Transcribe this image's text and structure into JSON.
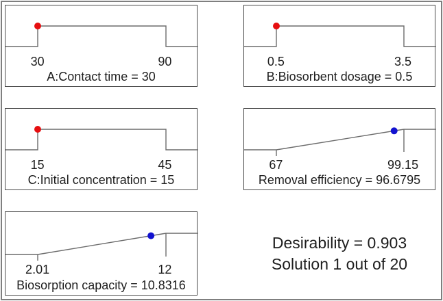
{
  "panels": [
    {
      "low": "30",
      "high": "90",
      "label": "A:Contact time = 30"
    },
    {
      "low": "0.5",
      "high": "3.5",
      "label": "B:Biosorbent dosage = 0.5"
    },
    {
      "low": "15",
      "high": "45",
      "label": "C:Initial concentration = 15"
    },
    {
      "low": "67",
      "high": "99.15",
      "label": "Removal efficiency = 96.6795"
    },
    {
      "low": "2.01",
      "high": "12",
      "label": "Biosorption capacity = 10.8316"
    }
  ],
  "summary": {
    "desirability": "Desirability = 0.903",
    "solution": "Solution 1 out of 20"
  },
  "colors": {
    "background": "#ffffff",
    "frame_border": "#7f7f7f",
    "panel_border": "#474747",
    "line": "#6b6b6b",
    "text": "#1e1e1e",
    "red_dot": "#e60e10",
    "blue_dot": "#1212d0"
  },
  "chart_data": {
    "type": "line",
    "subtype": "desirability-ramps",
    "ramps": [
      {
        "name": "A:Contact time",
        "role": "factor",
        "low": 30,
        "high": 90,
        "value": 30
      },
      {
        "name": "B:Biosorbent dosage",
        "role": "factor",
        "low": 0.5,
        "high": 3.5,
        "value": 0.5
      },
      {
        "name": "C:Initial concentration",
        "role": "factor",
        "low": 15,
        "high": 45,
        "value": 15
      },
      {
        "name": "Removal efficiency",
        "role": "response",
        "low": 67,
        "high": 99.15,
        "value": 96.6795
      },
      {
        "name": "Biosorption capacity",
        "role": "response",
        "low": 2.01,
        "high": 12,
        "value": 10.8316
      }
    ],
    "desirability": 0.903,
    "solution_index": 1,
    "solution_count": 20,
    "legend_position": "none",
    "grid": false
  }
}
